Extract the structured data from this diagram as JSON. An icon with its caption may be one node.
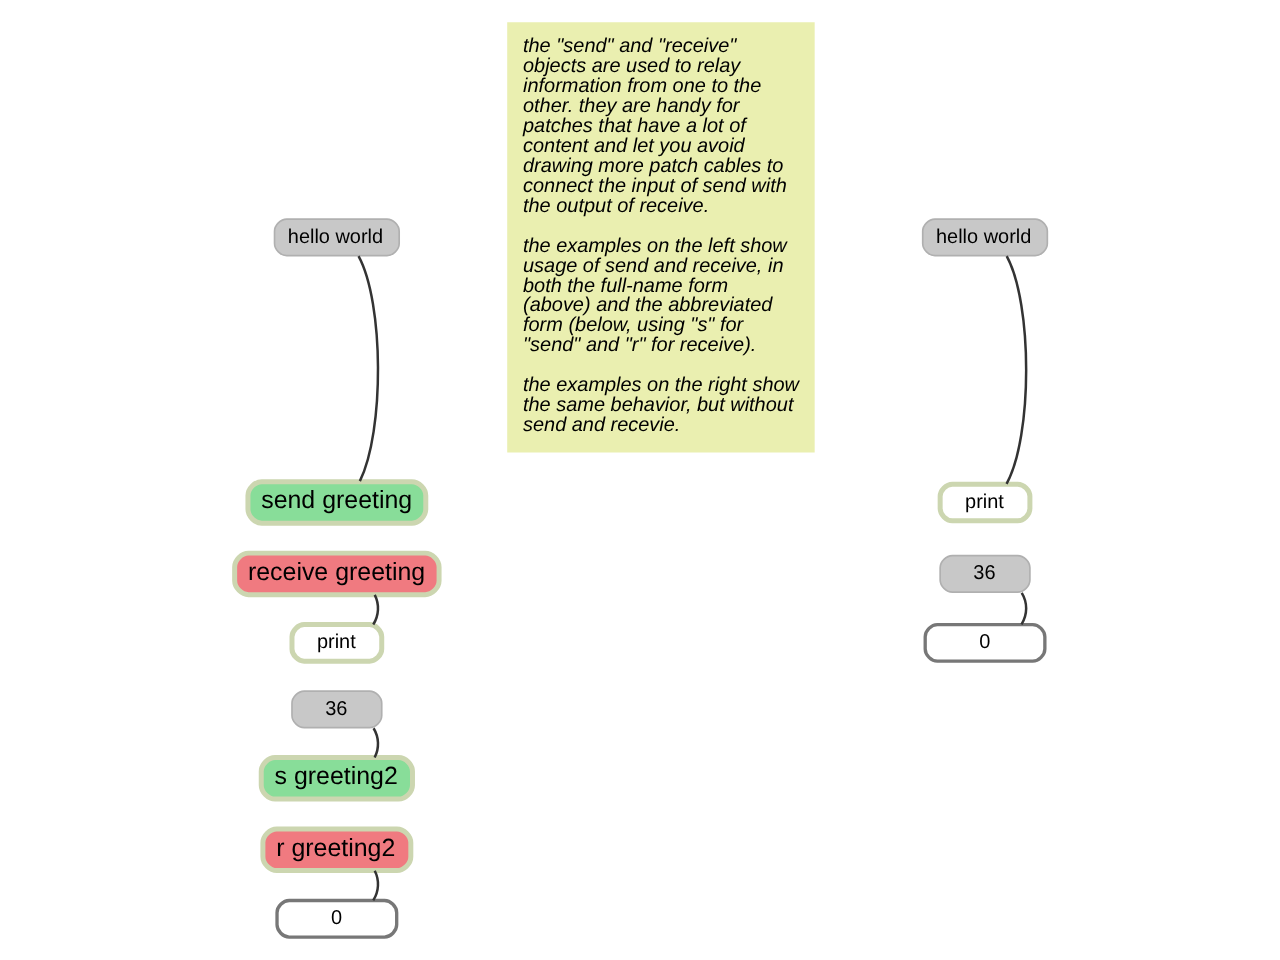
{
  "diagram": {
    "nodes": [
      {
        "text": [
          "hello world"
        ]
      },
      {
        "text": [
          "send greeting"
        ]
      },
      {
        "text": [
          "receive greeting"
        ]
      },
      {
        "text": [
          "print"
        ]
      },
      {
        "text": [
          "36"
        ]
      },
      {
        "text": [
          "s greeting2"
        ]
      },
      {
        "text": [
          "r greeting2"
        ]
      },
      {
        "text": [
          "0"
        ]
      },
      {
        "text": [
          "the \"send\" and \"receive\" objects are used to relay information from one to the other. they are handy for patches that have a lot of content and let you avoid drawing more patch cables to connect the input of send with the output of receive.",
          "the examples on the left show usage of send and receive, in both the full-name form (above) and the abbreviated form (below, using \"s\" for \"send\" and \"r\" for receive).",
          "the examples on the right show the same behavior, but without send and recevie."
        ]
      },
      {
        "text": [
          "hello world"
        ]
      },
      {
        "text": [
          "print"
        ]
      },
      {
        "text": [
          "36"
        ]
      },
      {
        "text": [
          "0"
        ]
      }
    ],
    "edges": [
      {
        "from": 0,
        "to": 1,
        "arrow": "none"
      },
      {
        "from": 2,
        "to": 3,
        "arrow": "none"
      },
      {
        "from": 4,
        "to": 5,
        "arrow": "none"
      },
      {
        "from": 6,
        "to": 7,
        "arrow": "none"
      },
      {
        "from": 9,
        "to": 10,
        "arrow": "none"
      },
      {
        "from": 11,
        "to": 12,
        "arrow": "none"
      }
    ]
  }
}
